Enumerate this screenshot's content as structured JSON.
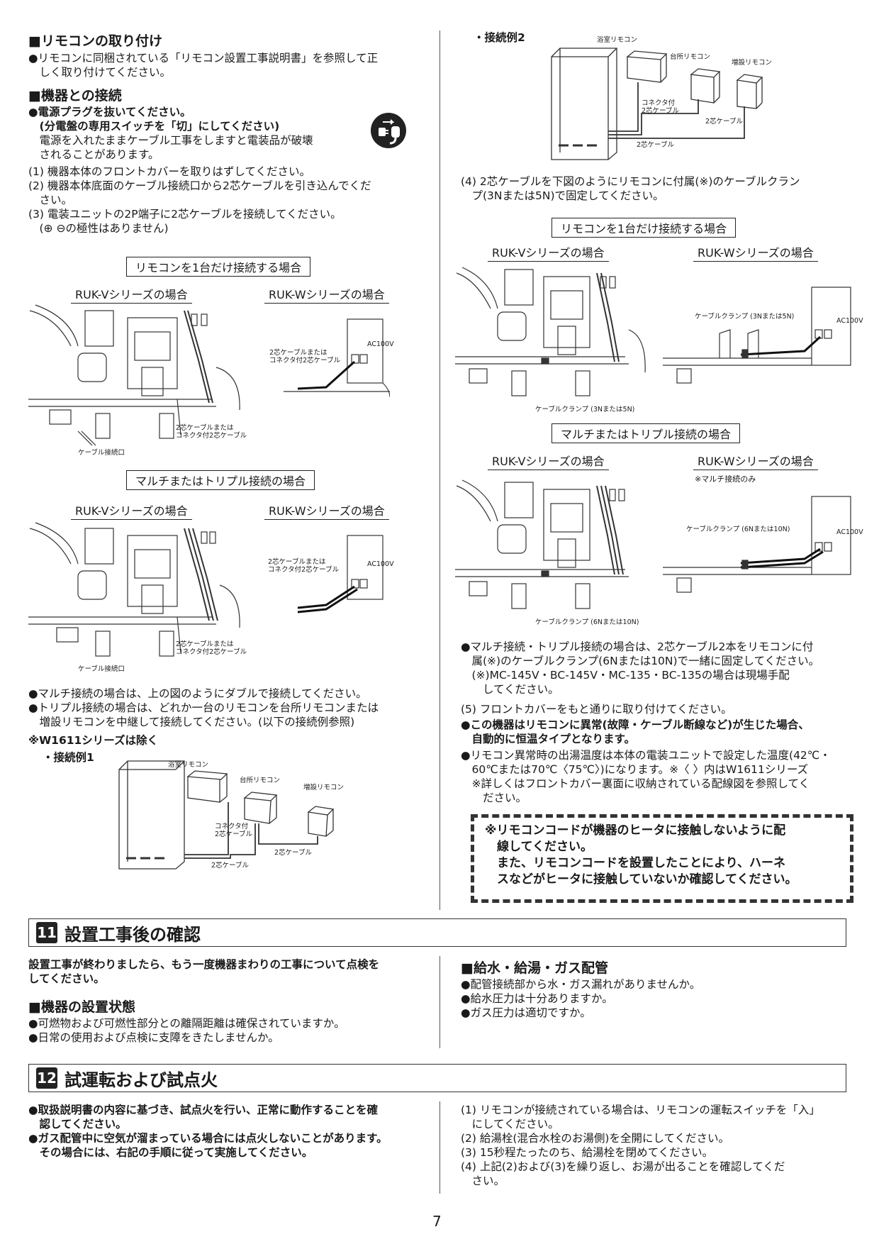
{
  "left_top": {
    "remocon_heading": "■リモコンの取り付け",
    "remocon_text": "●リモコンに同梱されている「リモコン設置工事説明書」を参照して正\n　しく取り付けてください。",
    "connect_heading": "■機器との接続",
    "plug_bold": "●電源プラグを抜いてください。\n　(分電盤の専用スイッチを「切」にしてください)",
    "plug_text": "　電源を入れたままケーブル工事をしますと電装品が破壊\n　されることがあります。",
    "steps": "(1) 機器本体のフロントカバーを取りはずしてください。\n(2) 機器本体底面のケーブル接続口から2芯ケーブルを引き込んでくだ\n　さい。\n(3) 電装ユニットの2P端子に2芯ケーブルを接続してください。\n　(⊕ ⊖の極性はありません)"
  },
  "labels": {
    "single": "リモコンを1台だけ接続する場合",
    "multi": "マルチまたはトリプル接続の場合",
    "ruk_v": "RUK-Vシリーズの場合",
    "ruk_w": "RUK-Wシリーズの場合",
    "multi_only": "※マルチ接続のみ"
  },
  "diagram_text": {
    "cable_or_conn": "2芯ケーブルまたは\nコネクタ付2芯ケーブル",
    "cable_entry": "ケーブル接続口",
    "clamp_3n5n": "ケーブルクランプ (3Nまたは5N)",
    "clamp_6n10n": "ケーブルクランプ (6Nまたは10N)",
    "ac100v": "AC100V",
    "bath_remote": "浴室リモコン",
    "kitchen_remote": "台所リモコン",
    "extra_remote": "増設リモコン",
    "conn_cable": "コネクタ付\n2芯ケーブル",
    "two_core": "2芯ケーブル"
  },
  "left_bottom": {
    "multi_note": "●マルチ接続の場合は、上の図のようにダブルで接続してください。\n●トリプル接続の場合は、どれか一台のリモコンを台所リモコンまたは\n　増設リモコンを中継して接続してください。(以下の接続例参照)",
    "w1611": "※W1611シリーズは除く",
    "example1": "・接続例1"
  },
  "right_col": {
    "example2": "・接続例2",
    "step4": "(4) 2芯ケーブルを下図のようにリモコンに付属(※)のケーブルクラン\n　プ(3Nまたは5N)で固定してください。",
    "multi_clamp": "●マルチ接続・トリプル接続の場合は、2芯ケーブル2本をリモコンに付\n　属(※)のケーブルクランプ(6Nまたは10N)で一緒に固定してください。\n　(※)MC-145V・BC-145V・MC-135・BC-135の場合は現場手配\n　　してください。",
    "step5": "(5) フロントカバーをもと通りに取り付けてください。",
    "abnormal_bold": "●この機器はリモコンに異常(故障・ケーブル断線など)が生じた場合、\n　自動的に恒温タイプとなります。",
    "abnormal_temp": "●リモコン異常時の出湯温度は本体の電装ユニットで設定した温度(42℃・\n　60℃または70℃〈75℃〉)になります。※〈 〉内はW1611シリーズ\n　※詳しくはフロントカバー裏面に収納されている配線図を参照してく\n　　ださい。",
    "warning": "※リモコンコードが機器のヒータに接触しないように配\n　線してください。\n　また、リモコンコードを設置したことにより、ハーネ\n　スなどがヒータに接触していないか確認してください。"
  },
  "section11": {
    "num": "11",
    "title": "設置工事後の確認",
    "intro": "設置工事が終わりましたら、もう一度機器まわりの工事について点検を\nしてください。",
    "install_heading": "■機器の設置状態",
    "install_items": "●可燃物および可燃性部分との離隔距離は確保されていますか。\n●日常の使用および点検に支障をきたしませんか。",
    "pipe_heading": "■給水・給湯・ガス配管",
    "pipe_items": "●配管接続部から水・ガス漏れがありませんか。\n●給水圧力は十分ありますか。\n●ガス圧力は適切ですか。"
  },
  "section12": {
    "num": "12",
    "title": "試運転および試点火",
    "left_text": "●取扱説明書の内容に基づき、試点火を行い、正常に動作することを確\n　認してください。\n●ガス配管中に空気が溜まっている場合には点火しないことがあります。\n　その場合には、右記の手順に従って実施してください。",
    "right_text": "(1) リモコンが接続されている場合は、リモコンの運転スイッチを「入」\n　にしてください。\n(2) 給湯栓(混合水栓のお湯側)を全開にしてください。\n(3) 15秒程たったのち、給湯栓を閉めてください。\n(4) 上記(2)および(3)を繰り返し、お湯が出ることを確認してくだ\n　さい。"
  },
  "page_number": "7"
}
